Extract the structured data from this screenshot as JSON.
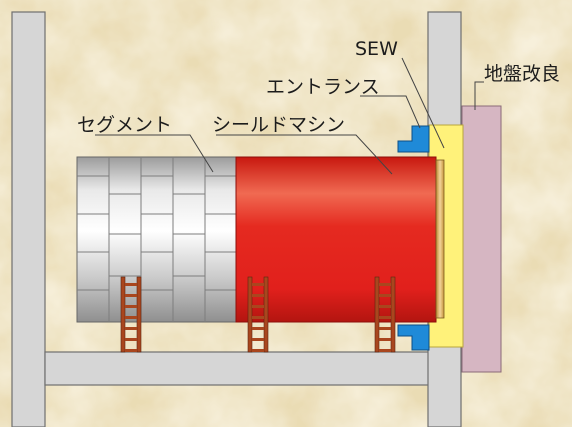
{
  "labels": {
    "sew": "SEW",
    "entrance": "エントランス",
    "ground_improvement": "地盤改良",
    "segment": "セグメント",
    "shield_machine": "シールドマシン"
  },
  "colors": {
    "background": "#eadcb4",
    "shaft_wall": "#d6d6d6",
    "wall_stroke": "#6f6f6f",
    "segment": "#cfcfcf",
    "shield_body": "#e2231e",
    "sew": "#fff27a",
    "entrance_seal": "#1f8ad8",
    "ground_improvement": "#d6b6c2",
    "ladder": "#a9461e"
  }
}
